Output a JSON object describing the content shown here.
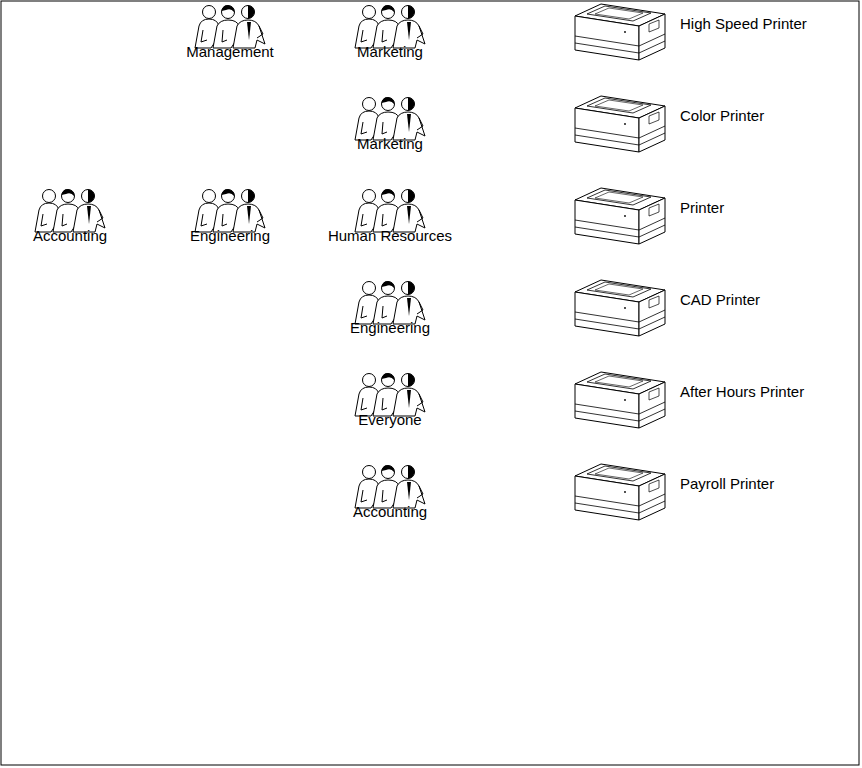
{
  "diagram": {
    "nodes": [
      {
        "text": [
          "Management"
        ]
      },
      {
        "text": [
          "Marketing"
        ]
      },
      {
        "text": [
          "Marketing"
        ]
      },
      {
        "text": [
          "Accounting"
        ]
      },
      {
        "text": [
          "Engineering"
        ]
      },
      {
        "text": [
          "Human Resources"
        ]
      },
      {
        "text": [
          "Engineering"
        ]
      },
      {
        "text": [
          "Everyone"
        ]
      },
      {
        "text": [
          "Accounting"
        ]
      },
      {
        "text": [
          "High Speed Printer"
        ]
      },
      {
        "text": [
          "Color Printer"
        ]
      },
      {
        "text": [
          "Printer"
        ]
      },
      {
        "text": [
          "CAD Printer"
        ]
      },
      {
        "text": [
          "After Hours Printer"
        ]
      },
      {
        "text": [
          "Payroll Printer"
        ]
      }
    ]
  }
}
